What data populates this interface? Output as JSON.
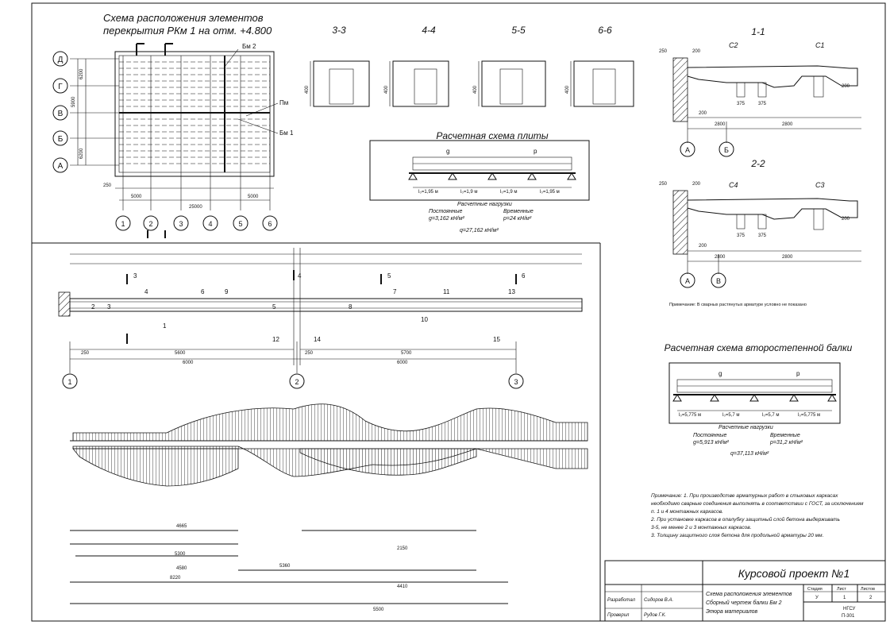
{
  "plan": {
    "title_line1": "Схема расположения элементов",
    "title_line2": "перекрытия РКм 1 на отм. +4.800",
    "row_axes": [
      "Д",
      "Г",
      "В",
      "Б",
      "А"
    ],
    "col_axes": [
      "1",
      "2",
      "3",
      "4",
      "5",
      "6"
    ],
    "labels": [
      "Бм 2",
      "Пм",
      "Бм 1"
    ],
    "dims": [
      "250",
      "5000",
      "5000",
      "25000",
      "6200",
      "5900",
      "6200"
    ]
  },
  "sections": {
    "titles": [
      "3-3",
      "4-4",
      "5-5",
      "6-6"
    ],
    "heights": [
      "400",
      "400",
      "400",
      "400"
    ]
  },
  "slab_scheme": {
    "title": "Расчетная схема плиты",
    "spans": [
      "l₀=1,95 м",
      "l₀=1,9 м",
      "l₀=1,9 м",
      "l₀=1,95 м"
    ],
    "loads_title": "Расчетные нагрузки",
    "perm_label": "Постоянные",
    "perm_value": "g=3,162 кН/м²",
    "temp_label": "Временные",
    "temp_value": "p=24 кН/м²",
    "total": "q=27,162 кН/м²",
    "marks": [
      "g",
      "p"
    ]
  },
  "sect11": {
    "title": "1-1",
    "labels": [
      "С2",
      "С1"
    ],
    "dims": [
      "250",
      "200",
      "375",
      "375",
      "200",
      "200",
      "2800",
      "2800"
    ],
    "axes": [
      "А",
      "Б"
    ]
  },
  "sect22": {
    "title": "2-2",
    "labels": [
      "С4",
      "С3"
    ],
    "dims": [
      "250",
      "200",
      "375",
      "375",
      "200",
      "200",
      "2800",
      "2800"
    ],
    "axes": [
      "А",
      "В"
    ]
  },
  "note_small": "Примечание: В сварных растянутых арматуре условно не показано",
  "beam_scheme": {
    "title": "Расчетная схема второстепенной балки",
    "spans": [
      "l₀=5,775 м",
      "l₀=5,7 м",
      "l₀=5,7 м",
      "l₀=5,775 м"
    ],
    "marks": [
      "g",
      "p"
    ],
    "loads_title": "Расчетные нагрузки",
    "perm_label": "Постоянные",
    "perm_value": "g=5,913 кН/м²",
    "temp_label": "Временные",
    "temp_value": "p=31,2 кН/м²",
    "total": "q=37,113 кН/м²"
  },
  "beam": {
    "axes": [
      "1",
      "2",
      "3"
    ],
    "dims": [
      "6000",
      "6000",
      "5600",
      "5700",
      "250",
      "250"
    ],
    "positions": [
      "2",
      "3",
      "4",
      "5",
      "6",
      "7",
      "8",
      "9",
      "10",
      "11",
      "12",
      "13",
      "14",
      "15"
    ],
    "cut_marks": [
      "1",
      "3",
      "4",
      "5",
      "6"
    ],
    "bar_dims": [
      "4665",
      "5300",
      "4580",
      "8220",
      "4410",
      "5500",
      "5360",
      "2150"
    ]
  },
  "notes": {
    "line1": "Примечание: 1. При производстве арматурных работ в стыковых каркасах",
    "line2": "необходимо сварные соединения выполнять в соответствии с ГОСТ, за исключением",
    "line3": "п. 1 и 4 монтажных каркасов.",
    "line4": "2. При установке каркасов в опалубку защитный слой бетона выдерживать",
    "line5": "3-5, не менее 2 и 3 монтажных каркасов.",
    "line6": "3. Толщину защитного слоя бетона для продольной арматуры 20 мм."
  },
  "title_block": {
    "title": "Курсовой проект №1",
    "description_1": "Схема расположения элементов",
    "description_2": "Сборный чертеж балки Бм 2",
    "description_3": "Эпюра материалов",
    "role1": "Разработал",
    "name1": "Сидоров В.А.",
    "role2": "Проверил",
    "name2": "Рудов Г.К.",
    "col_stage": "Стадия",
    "col_sheet": "Лист",
    "col_sheets": "Листов",
    "stage": "У",
    "sheet": "1",
    "sheets": "2",
    "org": "НГСУ",
    "group": "П-301"
  }
}
